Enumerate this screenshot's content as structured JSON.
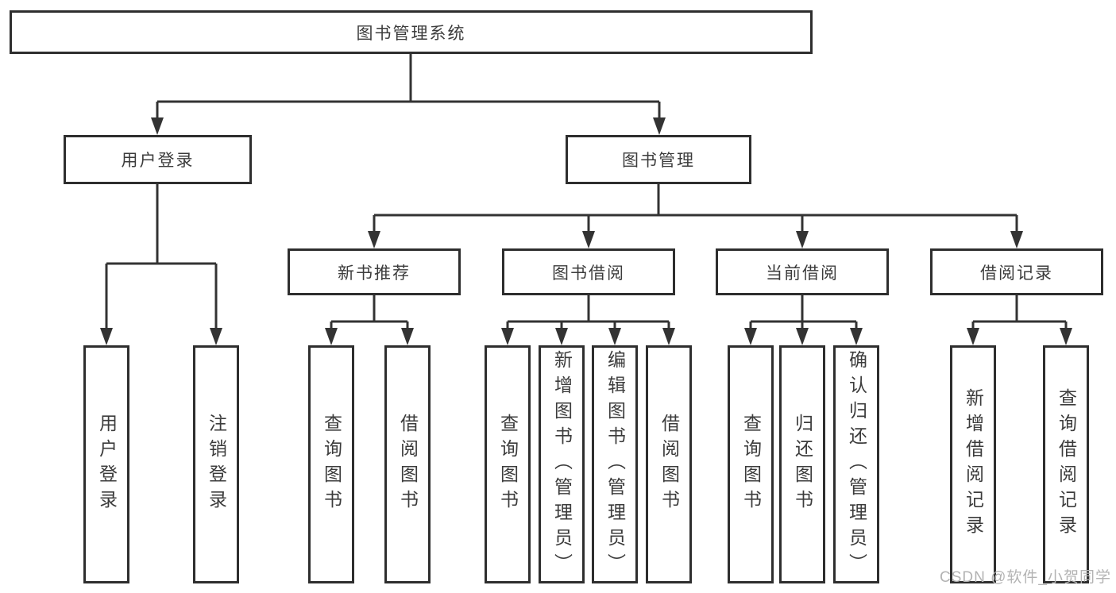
{
  "tree": {
    "label": "图书管理系统",
    "children": [
      {
        "label": "用户登录",
        "children": [
          {
            "label": "用户登录"
          },
          {
            "label": "注销登录"
          }
        ]
      },
      {
        "label": "图书管理",
        "children": [
          {
            "label": "新书推荐",
            "children": [
              {
                "label": "查询图书"
              },
              {
                "label": "借阅图书"
              }
            ]
          },
          {
            "label": "图书借阅",
            "children": [
              {
                "label": "查询图书"
              },
              {
                "label": "新增图书（管理员）"
              },
              {
                "label": "编辑图书（管理员）"
              },
              {
                "label": "借阅图书"
              }
            ]
          },
          {
            "label": "当前借阅",
            "children": [
              {
                "label": "查询图书"
              },
              {
                "label": "归还图书"
              },
              {
                "label": "确认归还（管理员）"
              }
            ]
          },
          {
            "label": "借阅记录",
            "children": [
              {
                "label": "新增借阅记录"
              },
              {
                "label": "查询借阅记录"
              }
            ]
          }
        ]
      }
    ]
  },
  "watermark": {
    "text": "CSDN @软件_小贺同学"
  },
  "colors": {
    "line": "#333333",
    "box_border": "#2e2e2e",
    "text": "#3c3c3c",
    "background": "#ffffff",
    "watermark": "#b3b3b3"
  }
}
